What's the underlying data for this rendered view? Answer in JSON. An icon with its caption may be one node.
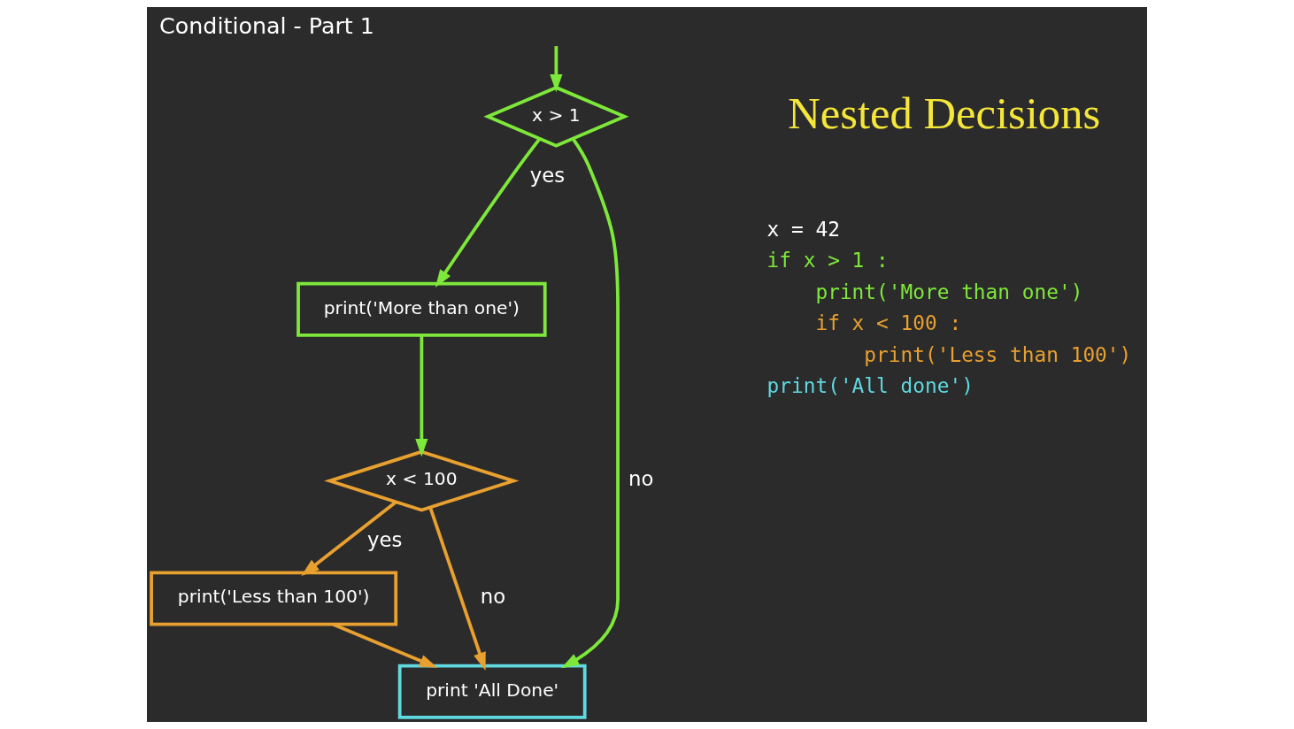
{
  "diagram": {
    "title": "Conditional - Part 1",
    "nodes": [
      {
        "text": [
          "x > 1"
        ]
      },
      {
        "text": [
          "print('More than one')"
        ]
      },
      {
        "text": [
          "x < 100"
        ]
      },
      {
        "text": [
          "print('Less than 100')"
        ]
      },
      {
        "text": [
          "print 'All Done'"
        ]
      }
    ],
    "edges": [
      {
        "from": null,
        "to": 0,
        "arrow": "to"
      },
      {
        "from": 0,
        "to": 1,
        "arrow": "to",
        "label": "yes"
      },
      {
        "from": 1,
        "to": 2,
        "arrow": "to"
      },
      {
        "from": 2,
        "to": 3,
        "arrow": "to",
        "label": "yes",
        "color": "#e8a030"
      },
      {
        "from": 2,
        "to": 4,
        "arrow": "to",
        "label": "no",
        "color": "#e8a030"
      },
      {
        "from": 3,
        "to": 4,
        "arrow": "to",
        "color": "#e8a030"
      },
      {
        "from": 0,
        "to": 4,
        "arrow": "to",
        "label": "no"
      }
    ],
    "labels": [
      "Nested Decisions",
      "x = 42",
      "if x > 1 :",
      "print('More than one')",
      "if x < 100 :",
      "print('Less than 100')",
      "print('All done')"
    ]
  }
}
